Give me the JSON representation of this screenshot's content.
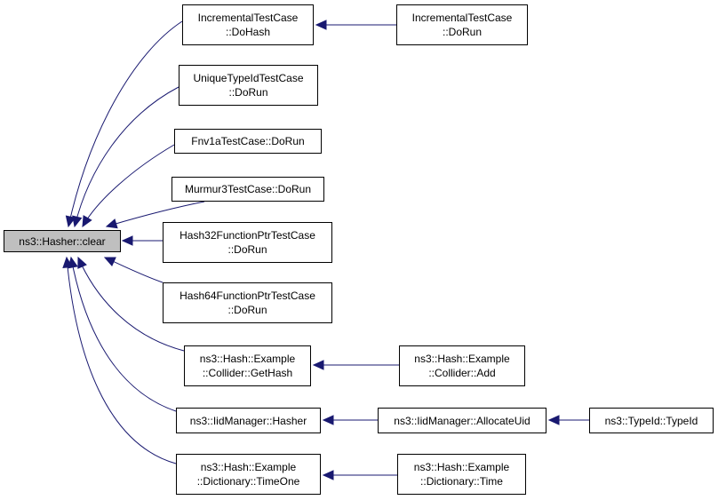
{
  "colors": {
    "edge": "#191970",
    "root_fill": "#bfbfbf",
    "node_fill": "#ffffff",
    "border": "#000000"
  },
  "nodes": [
    {
      "id": "clear",
      "lines": [
        "ns3::Hasher::clear"
      ],
      "root": true
    },
    {
      "id": "inc-dohash",
      "lines": [
        "IncrementalTestCase",
        "::DoHash"
      ]
    },
    {
      "id": "inc-dorun",
      "lines": [
        "IncrementalTestCase",
        "::DoRun"
      ]
    },
    {
      "id": "unique-dorun",
      "lines": [
        "UniqueTypeIdTestCase",
        "::DoRun"
      ]
    },
    {
      "id": "fnv-dorun",
      "lines": [
        "Fnv1aTestCase::DoRun"
      ]
    },
    {
      "id": "murmur-dorun",
      "lines": [
        "Murmur3TestCase::DoRun"
      ]
    },
    {
      "id": "h32-dorun",
      "lines": [
        "Hash32FunctionPtrTestCase",
        "::DoRun"
      ]
    },
    {
      "id": "h64-dorun",
      "lines": [
        "Hash64FunctionPtrTestCase",
        "::DoRun"
      ]
    },
    {
      "id": "collider-gethash",
      "lines": [
        "ns3::Hash::Example",
        "::Collider::GetHash"
      ]
    },
    {
      "id": "collider-add",
      "lines": [
        "ns3::Hash::Example",
        "::Collider::Add"
      ]
    },
    {
      "id": "iid-hasher",
      "lines": [
        "ns3::IidManager::Hasher"
      ]
    },
    {
      "id": "iid-allocate",
      "lines": [
        "ns3::IidManager::AllocateUid"
      ]
    },
    {
      "id": "typeid",
      "lines": [
        "ns3::TypeId::TypeId"
      ]
    },
    {
      "id": "dict-timeone",
      "lines": [
        "ns3::Hash::Example",
        "::Dictionary::TimeOne"
      ]
    },
    {
      "id": "dict-time",
      "lines": [
        "ns3::Hash::Example",
        "::Dictionary::Time"
      ]
    }
  ],
  "edges": [
    {
      "from": "inc-dohash",
      "to": "clear"
    },
    {
      "from": "unique-dorun",
      "to": "clear"
    },
    {
      "from": "fnv-dorun",
      "to": "clear"
    },
    {
      "from": "murmur-dorun",
      "to": "clear"
    },
    {
      "from": "h32-dorun",
      "to": "clear"
    },
    {
      "from": "h64-dorun",
      "to": "clear"
    },
    {
      "from": "collider-gethash",
      "to": "clear"
    },
    {
      "from": "iid-hasher",
      "to": "clear"
    },
    {
      "from": "dict-timeone",
      "to": "clear"
    },
    {
      "from": "inc-dorun",
      "to": "inc-dohash"
    },
    {
      "from": "collider-add",
      "to": "collider-gethash"
    },
    {
      "from": "iid-allocate",
      "to": "iid-hasher"
    },
    {
      "from": "typeid",
      "to": "iid-allocate"
    },
    {
      "from": "dict-time",
      "to": "dict-timeone"
    }
  ]
}
